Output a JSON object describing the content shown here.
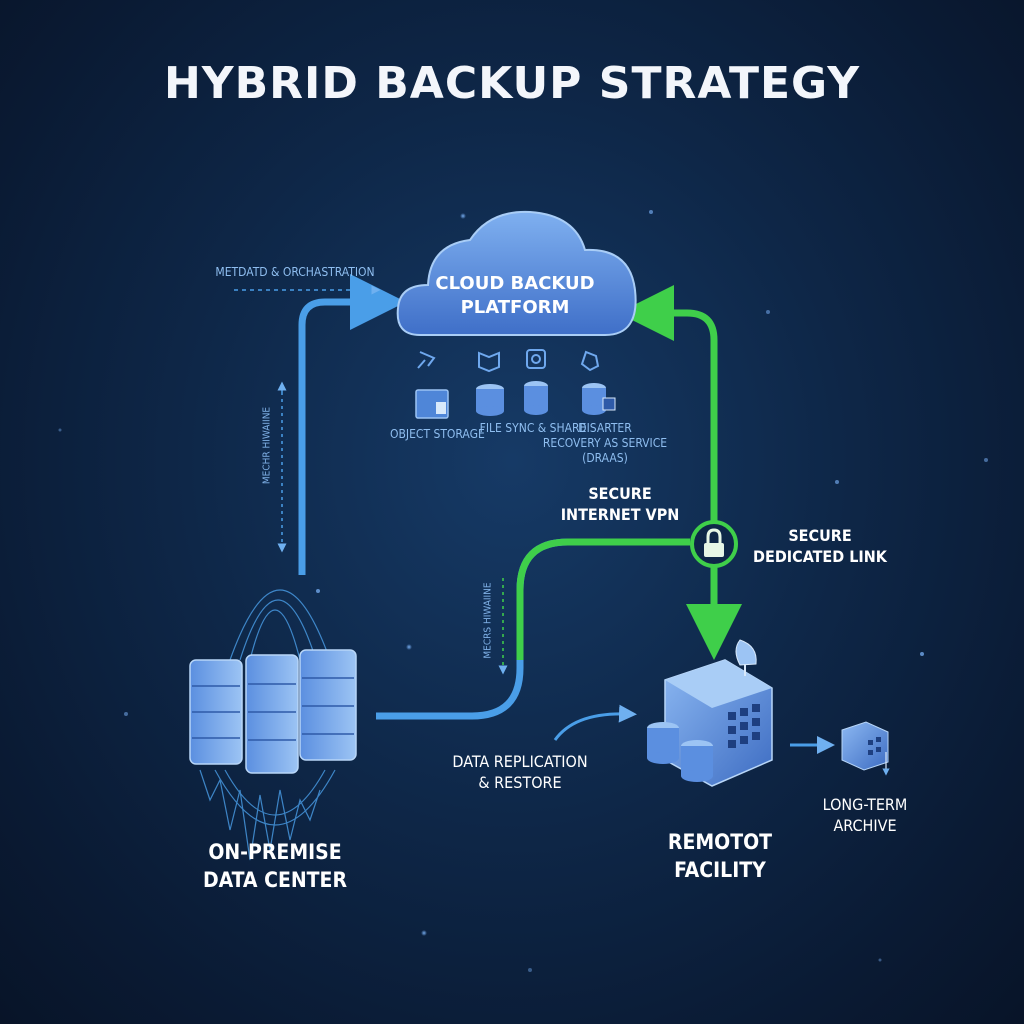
{
  "title": "HYBRID BACKUP STRATEGY",
  "cloud": {
    "line1": "CLOUD BACKUD",
    "line2": "PLATFORM"
  },
  "services": {
    "object_storage": "OBJECT STORAGE",
    "file_sync": "FILE SYNC & SHARE",
    "draas_line1": "DISARTER",
    "draas_line2": "RECOVERY AS SERVICE",
    "draas_line3": "(DRAAS)"
  },
  "labels": {
    "metadata": "METDATD & ORCHASTRATION",
    "vertical_left": "MECHR HIWAIINE",
    "vertical_mid": "MECRS HIWAIINE",
    "vpn_line1": "SECURE",
    "vpn_line2": "INTERNET VPN",
    "dedicated_line1": "SECURE",
    "dedicated_line2": "DEDICATED LINK",
    "replication_line1": "DATA REPLICATION",
    "replication_line2": "& RESTORE",
    "archive_line1": "LONG-TERM",
    "archive_line2": "ARCHIVE"
  },
  "nodes": {
    "onprem_line1": "ON-PREMISE",
    "onprem_line2": "DATA CENTER",
    "remote_line1": "REMOTOT",
    "remote_line2": "FACILITY"
  },
  "colors": {
    "background": "#0e2748",
    "blue_line": "#4a9ee8",
    "green_line": "#3fcf4a",
    "cloud": "#5b8fe0",
    "server": "#6ea4ec"
  }
}
